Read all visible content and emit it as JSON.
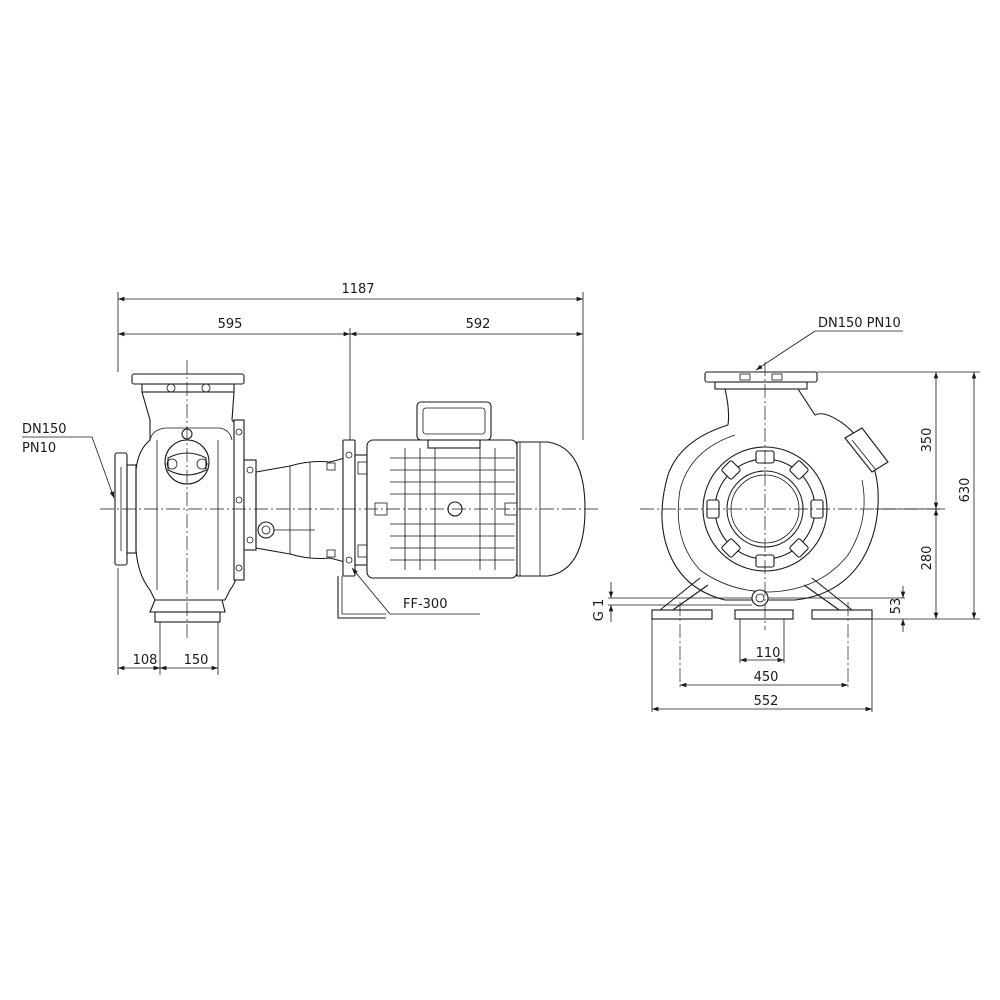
{
  "drawing": {
    "side_view": {
      "dim_overall_length": "1187",
      "dim_pump_length": "595",
      "dim_motor_length": "592",
      "dim_foot_offset": "108",
      "dim_foot_width": "150",
      "suction_label_line1": "DN150",
      "suction_label_line2": "PN10",
      "flange_label": "FF-300"
    },
    "front_view": {
      "discharge_label": "DN150 PN10",
      "dim_top_height": "350",
      "dim_total_height": "630",
      "dim_shaft_height": "280",
      "dim_drain_thread": "G 1",
      "dim_drain_height": "53",
      "dim_foot_gap": "110",
      "dim_bolt_spacing": "450",
      "dim_base_width": "552"
    }
  }
}
